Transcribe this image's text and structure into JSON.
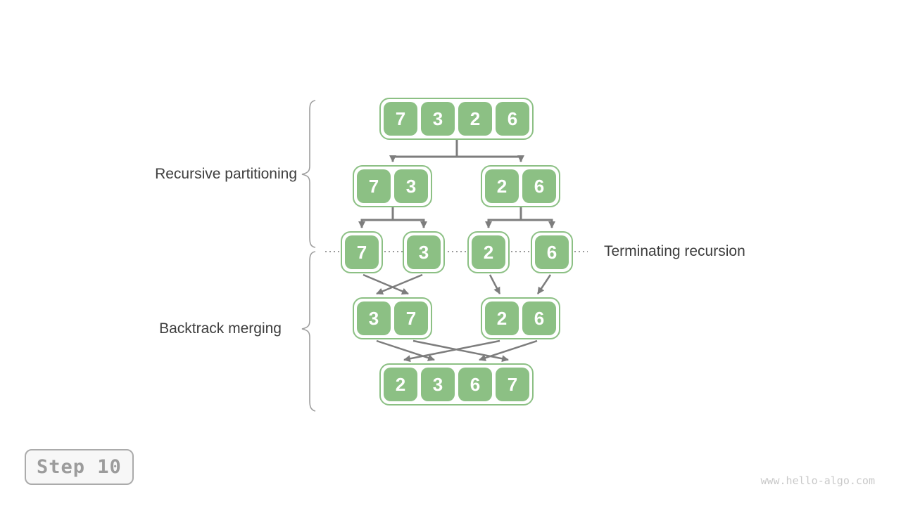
{
  "labels": {
    "recursive_partitioning": "Recursive partitioning",
    "backtrack_merging": "Backtrack merging",
    "terminating_recursion": "Terminating recursion"
  },
  "arrays": {
    "level1": [
      [
        "7",
        "3",
        "2",
        "6"
      ]
    ],
    "level2": [
      [
        "7",
        "3"
      ],
      [
        "2",
        "6"
      ]
    ],
    "level3": [
      [
        "7"
      ],
      [
        "3"
      ],
      [
        "2"
      ],
      [
        "6"
      ]
    ],
    "level4": [
      [
        "3",
        "7"
      ],
      [
        "2",
        "6"
      ]
    ],
    "level5": [
      [
        "2",
        "3",
        "6",
        "7"
      ]
    ]
  },
  "step_badge": "Step 10",
  "watermark": "www.hello-algo.com",
  "colors": {
    "cell_green": "#8cc084",
    "group_border_green": "#8cc084",
    "arrow_gray": "#7d7d7d",
    "label_dark": "#3d3d3d",
    "brace_gray": "#9e9e9e",
    "dotted_gray": "#9a9a9a",
    "badge_text": "#9c9c9c",
    "badge_border": "#ababab",
    "badge_bg": "#f7f7f7",
    "watermark_gray": "#c9c9c9"
  }
}
